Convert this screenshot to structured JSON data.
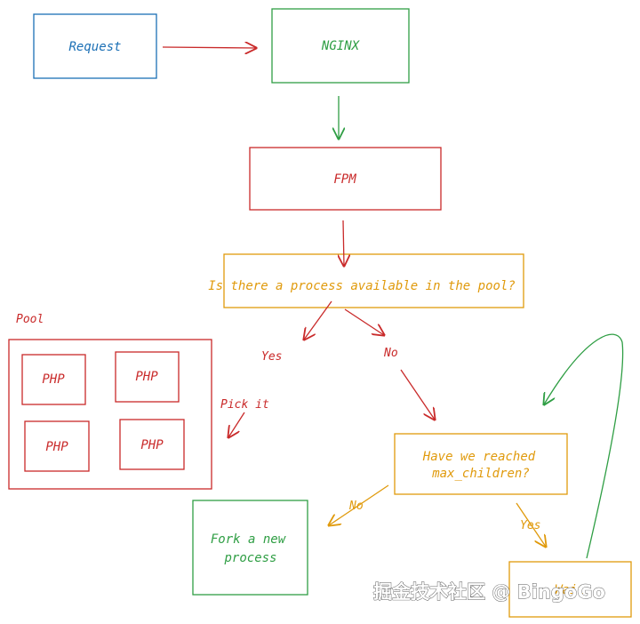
{
  "colors": {
    "blue": "#1b6fb5",
    "green": "#2f9e44",
    "red": "#c92a2a",
    "orange": "#e09a0c",
    "watermark": "#666666"
  },
  "nodes": {
    "request": "Request",
    "nginx": "NGINX",
    "fpm": "FPM",
    "question_available": "Is there a process available in the pool?",
    "pool_title": "Pool",
    "php_1": "PHP",
    "php_2": "PHP",
    "php_3": "PHP",
    "php_4": "PHP",
    "question_max_line1": "Have we reached",
    "question_max_line2": "max_children?",
    "fork_line1": "Fork a new",
    "fork_line2": "process",
    "wait": "Wait"
  },
  "edge_labels": {
    "yes_1": "Yes",
    "no_1": "No",
    "pick_it": "Pick it",
    "no_2": "No",
    "yes_2": "Yes"
  },
  "watermark": "掘金技术社区 @ BingoGo"
}
